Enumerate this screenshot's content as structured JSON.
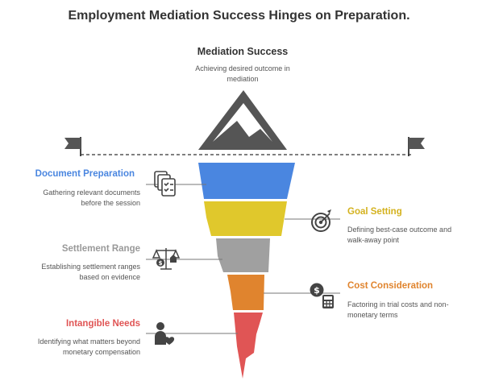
{
  "title": "Employment Mediation Success Hinges on Preparation.",
  "peak": {
    "label": "Mediation Success",
    "description": "Achieving desired outcome in mediation",
    "icon": "mountain-icon"
  },
  "stages": [
    {
      "label": "Document Preparation",
      "description_lines": [
        "Gathering relevant documents",
        "before the session"
      ],
      "color": "#4a86e0",
      "icon": "documents-icon",
      "side": "left"
    },
    {
      "label": "Goal Setting",
      "description_lines": [
        "Defining best-case outcome and",
        "walk-away point"
      ],
      "color": "#e0c82c",
      "icon": "target-icon",
      "side": "right"
    },
    {
      "label": "Settlement Range",
      "description_lines": [
        "Establishing settlement ranges",
        "based on evidence"
      ],
      "color": "#a0a0a0",
      "icon": "scales-icon",
      "side": "left"
    },
    {
      "label": "Cost Consideration",
      "description_lines": [
        "Factoring in trial costs and non-",
        "monetary terms"
      ],
      "color": "#e0842e",
      "icon": "cost-calculator-icon",
      "side": "right"
    },
    {
      "label": "Intangible Needs",
      "description_lines": [
        "Identifying what matters beyond",
        "monetary compensation"
      ],
      "color": "#e05555",
      "icon": "person-heart-icon",
      "side": "left"
    }
  ]
}
